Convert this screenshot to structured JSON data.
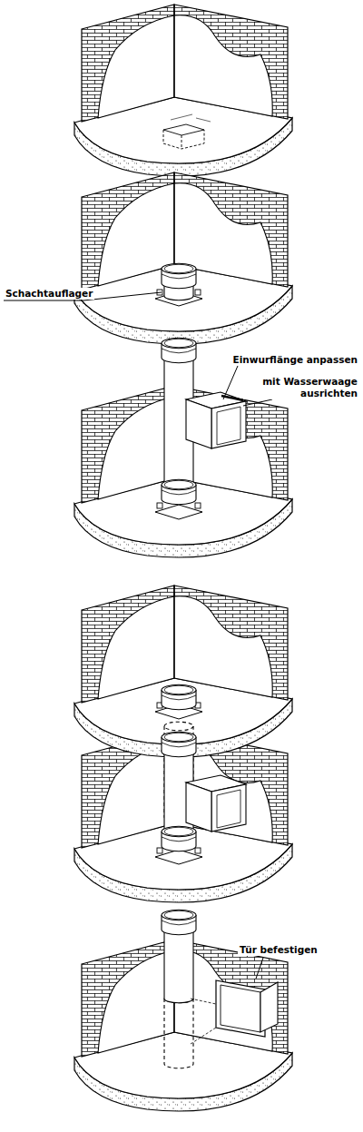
{
  "diagram": {
    "labels": [
      "Schachtauflager",
      "Einwurflänge anpassen",
      "mit Wasserwaage ausrichten",
      "Tür befestigen"
    ]
  }
}
